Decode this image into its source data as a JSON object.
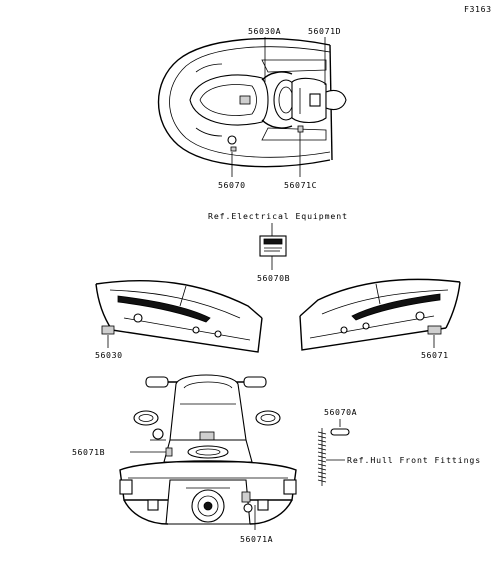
{
  "figure_code": "F3163",
  "parts": {
    "p56030A": "56030A",
    "p56071D": "56071D",
    "p56070": "56070",
    "p56071C": "56071C",
    "p56070B": "56070B",
    "p56030": "56030",
    "p56071": "56071",
    "p56070A": "56070A",
    "p56071B": "56071B",
    "p56071A": "56071A"
  },
  "references": {
    "electrical": "Ref.Electrical Equipment",
    "hull_front": "Ref.Hull Front Fittings"
  }
}
